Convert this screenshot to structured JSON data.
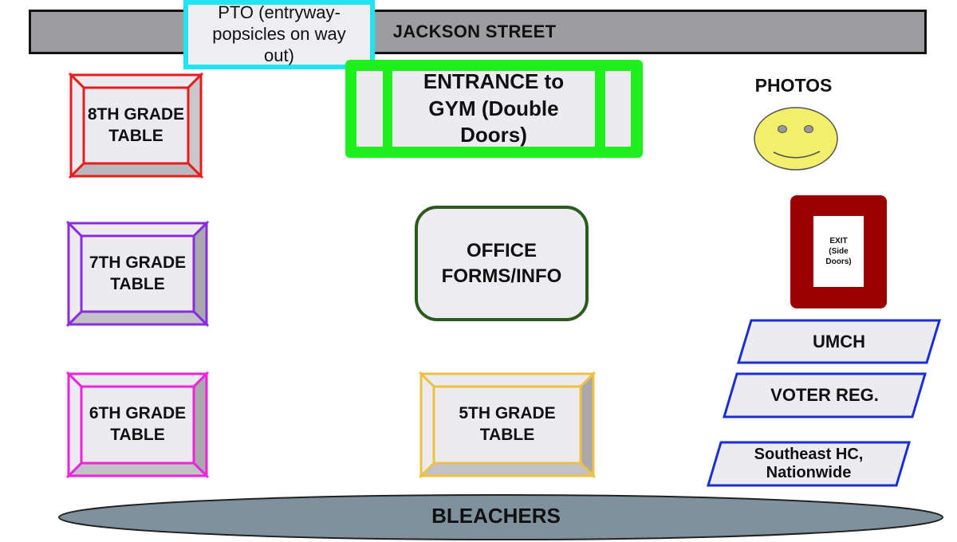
{
  "street": {
    "label": "JACKSON STREET"
  },
  "pto": {
    "label": "PTO (entryway-popsicles on way out)"
  },
  "entrance": {
    "label": "ENTRANCE to GYM (Double Doors)",
    "color": "#1ef01e"
  },
  "photos": {
    "label": "PHOTOS",
    "icon": "smiley-face-icon",
    "color": "#f3ef6a"
  },
  "exit": {
    "label": "EXIT (Side Doors)",
    "color": "#9b0000"
  },
  "office": {
    "label": "OFFICE FORMS/INFO",
    "border_color": "#2b5a1f"
  },
  "tables": [
    {
      "id": "8th",
      "label": "8TH GRADE TABLE",
      "color": "#e81c1c"
    },
    {
      "id": "7th",
      "label": "7TH GRADE TABLE",
      "color": "#8a2be2"
    },
    {
      "id": "6th",
      "label": "6TH GRADE TABLE",
      "color": "#ee22dd"
    },
    {
      "id": "5th",
      "label": "5TH GRADE TABLE",
      "color": "#eec240"
    }
  ],
  "partners": [
    {
      "label": "UMCH"
    },
    {
      "label": "VOTER REG."
    },
    {
      "label": "Southeast HC, Nationwide"
    }
  ],
  "partner_border_color": "#1a2ed6",
  "bleachers": {
    "label": "BLEACHERS",
    "color": "#7f919c"
  }
}
